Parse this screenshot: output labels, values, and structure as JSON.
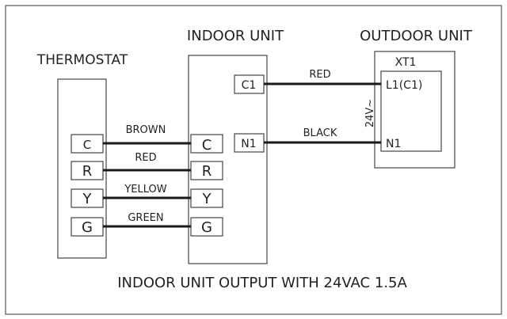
{
  "diagram": {
    "footer": "INDOOR UNIT OUTPUT WITH 24VAC 1.5A",
    "thermostat": {
      "title": "THERMOSTAT",
      "terminals": [
        "C",
        "R",
        "Y",
        "G"
      ]
    },
    "indoor_unit": {
      "title": "INDOOR UNIT",
      "left_terminals": [
        "C",
        "R",
        "Y",
        "G"
      ],
      "right_terminals": [
        "C1",
        "N1"
      ]
    },
    "outdoor_unit": {
      "title": "OUTDOOR UNIT",
      "block_label": "XT1",
      "terminals": [
        "L1(C1)",
        "N1"
      ],
      "voltage_label": "24V~"
    },
    "wires": {
      "brown": "BROWN",
      "red": "RED",
      "yellow": "YELLOW",
      "green": "GREEN",
      "red_outdoor": "RED",
      "black": "BLACK"
    },
    "colors": {
      "line": "#1a1a1a",
      "text": "#222222",
      "frame": "#555555"
    }
  }
}
